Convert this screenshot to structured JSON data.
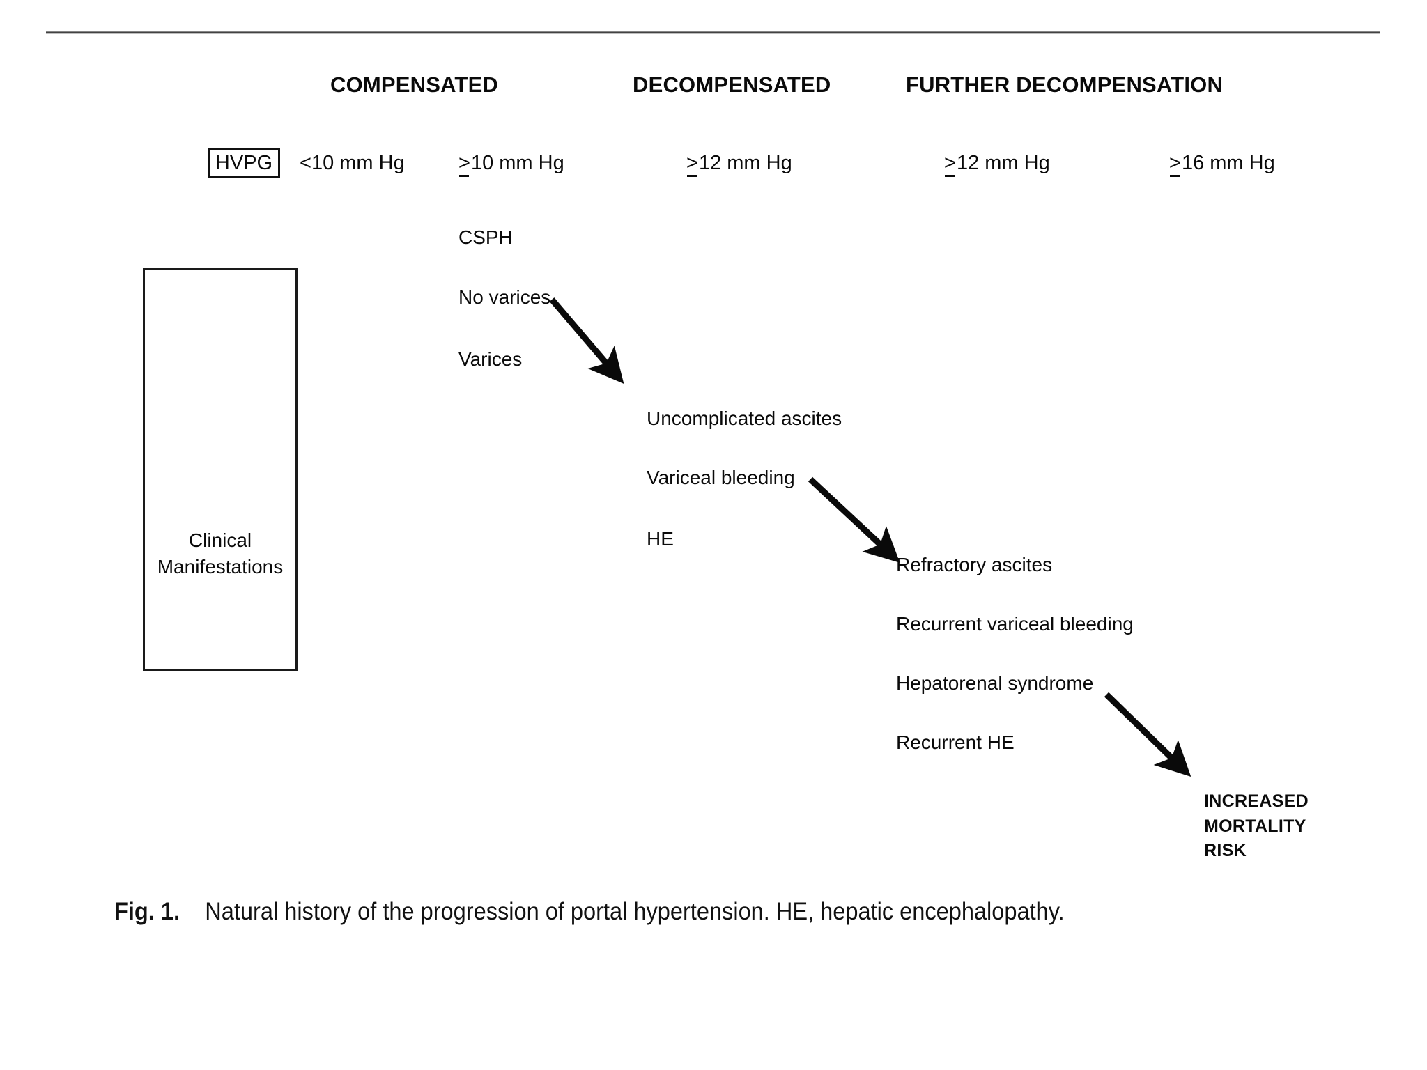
{
  "figure": {
    "caption_label": "Fig. 1.",
    "caption_text": "Natural history of the progression of portal hypertension. HE, hepatic encephalopathy."
  },
  "stages": {
    "compensated": "COMPENSATED",
    "decompensated": "DECOMPENSATED",
    "further_decompensation": "FURTHER DECOMPENSATION"
  },
  "hvpg": {
    "box_label": "HVPG",
    "values": [
      {
        "symbol": "<",
        "text": "<10 mm Hg",
        "number": "10",
        "unit": "mm Hg"
      },
      {
        "symbol": ">=",
        "text": "≥10 mm Hg",
        "number": "10",
        "unit": "mm Hg"
      },
      {
        "symbol": ">=",
        "text": "≥12 mm Hg",
        "number": "12",
        "unit": "mm Hg"
      },
      {
        "symbol": ">=",
        "text": "≥12 mm Hg",
        "number": "12",
        "unit": "mm Hg"
      },
      {
        "symbol": ">=",
        "text": "≥16 mm Hg",
        "number": "16",
        "unit": "mm Hg"
      }
    ]
  },
  "row_label": {
    "line1": "Clinical",
    "line2": "Manifestations",
    "full": "Clinical Manifestations"
  },
  "columns": {
    "compensated_items": [
      "CSPH",
      "No varices",
      "Varices"
    ],
    "decompensated_items": [
      "Uncomplicated ascites",
      "Variceal bleeding",
      "HE"
    ],
    "further_items": [
      "Refractory ascites",
      "Recurrent variceal bleeding",
      "Hepatorenal syndrome",
      "Recurrent HE"
    ]
  },
  "outcome": {
    "line1": "INCREASED",
    "line2": "MORTALITY",
    "line3": "RISK"
  },
  "arrows": [
    {
      "name": "arrow-compensated-to-decompensated",
      "from": [
        792,
        430
      ],
      "to": [
        893,
        548
      ]
    },
    {
      "name": "arrow-decompensated-to-further",
      "from": [
        1163,
        688
      ],
      "to": [
        1288,
        805
      ]
    },
    {
      "name": "arrow-further-to-mortality",
      "from": [
        1588,
        997
      ],
      "to": [
        1706,
        1112
      ]
    }
  ],
  "colors": {
    "ink": "#0a0a0a",
    "rule": "#2f2f2f",
    "background": "#ffffff"
  }
}
